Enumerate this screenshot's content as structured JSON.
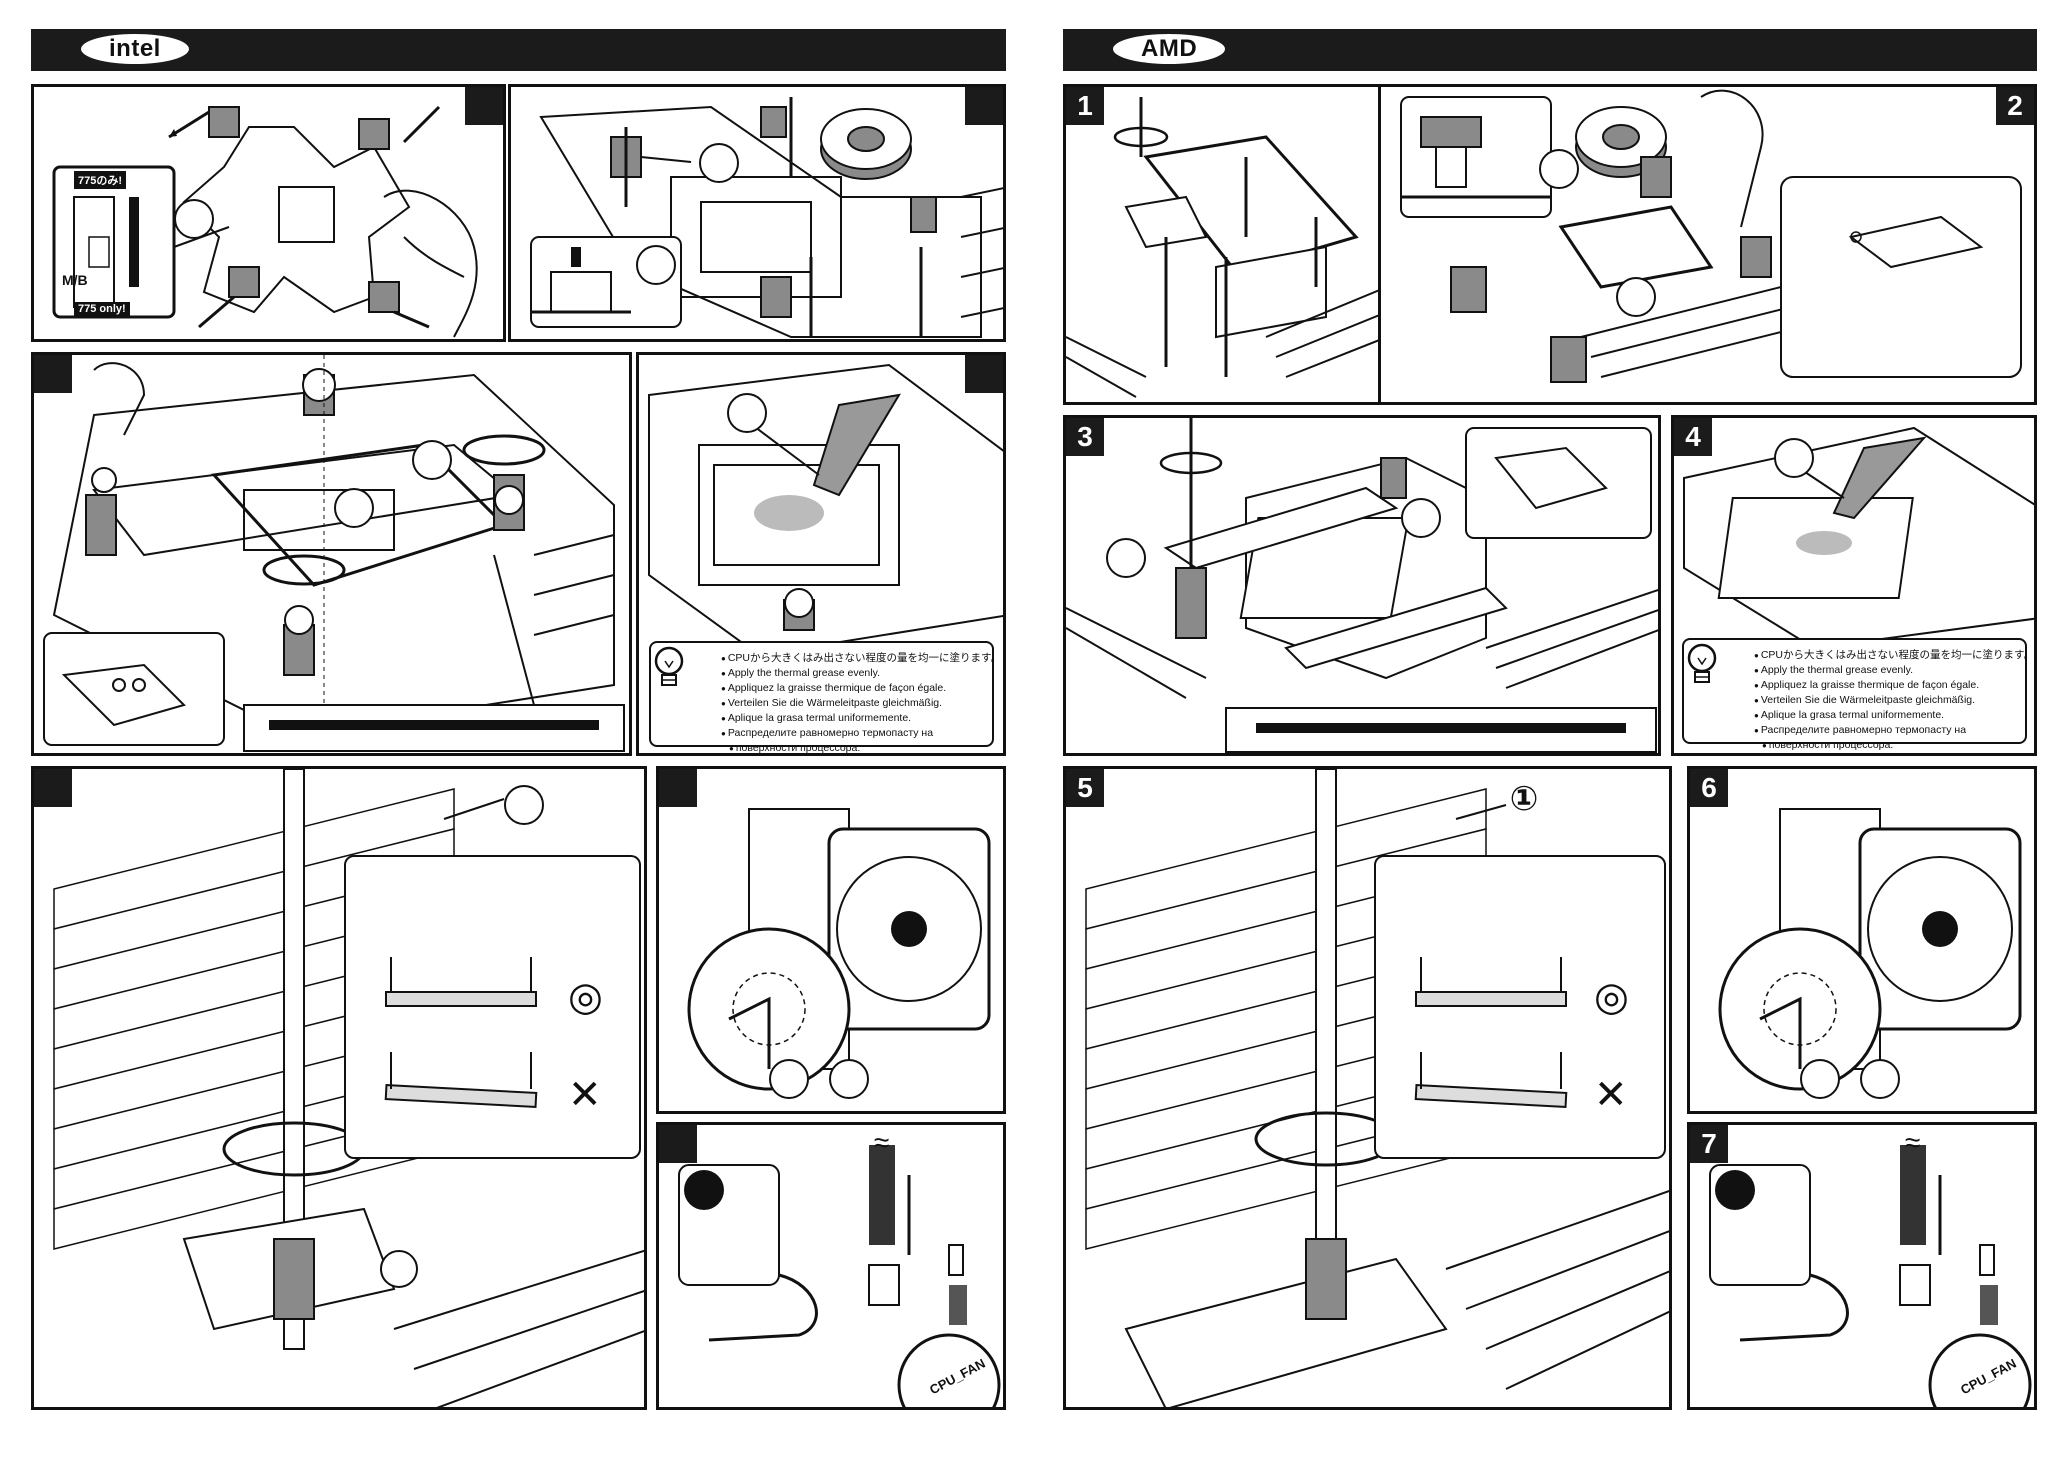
{
  "headers": {
    "left_brand": "intel",
    "right_brand": "AMD"
  },
  "intel_panel1": {
    "badge_top": "775のみ!",
    "badge_bottom": "775 only!",
    "board_label": "M/B"
  },
  "amd_steps": {
    "s1": "1",
    "s2": "2",
    "s3": "3",
    "s4": "4",
    "s5": "5",
    "s6": "6",
    "s7": "7"
  },
  "amd_step5_callout": "①",
  "thermal_note": {
    "lines": [
      "CPUから大きくはみ出さない程度の量を均一に塗ります。",
      "Apply the thermal grease evenly.",
      "Appliquez la graisse thermique de façon égale.",
      "Verteilen Sie die Wärmeleitpaste gleichmäßig.",
      "Aplique la grasa termal uniformemente.",
      "Распределите равномерно термопасту на",
      "поверхности процессора."
    ]
  },
  "fan_connector_label": "CPU_FAN",
  "symbols": {
    "correct": "◎",
    "wrong": "✕",
    "approx": "≈"
  },
  "colors": {
    "header_bg": "#1b1b1b",
    "line": "#111111",
    "shade": "#8a8a8a"
  }
}
